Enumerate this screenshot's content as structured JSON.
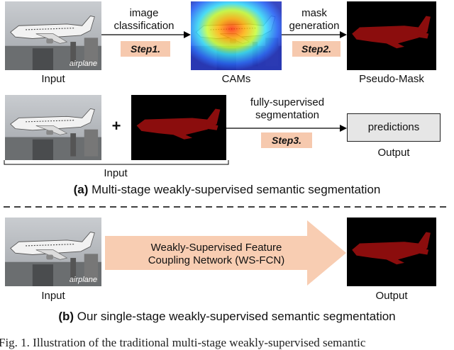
{
  "section_a": {
    "input_label": "Input",
    "airplane_tag": "airplane",
    "step1_text_line1": "image",
    "step1_text_line2": "classification",
    "step1_label": "Step1.",
    "cams_label": "CAMs",
    "step2_text_line1": "mask",
    "step2_text_line2": "generation",
    "step2_label": "Step2.",
    "pseudo_mask_label": "Pseudo-Mask",
    "plus": "+",
    "step3_text_line1": "fully-supervised",
    "step3_text_line2": "segmentation",
    "step3_label": "Step3.",
    "predictions_label": "predictions",
    "output_label": "Output",
    "input2_label": "Input",
    "caption_tag": "(a)",
    "caption_text": " Multi-stage weakly-supervised semantic segmentation"
  },
  "section_b": {
    "input_label": "Input",
    "airplane_tag": "airplane",
    "network_line1": "Weakly-Supervised Feature",
    "network_line2": "Coupling  Network (WS-FCN)",
    "output_label": "Output",
    "caption_tag": "(b)",
    "caption_text": " Our single-stage weakly-supervised semantic segmentation"
  },
  "figure_caption": "Fig. 1.  Illustration of the traditional multi-stage weakly-supervised semantic",
  "colors": {
    "step_fill": "#f6c9ae",
    "arrow_fill": "#f8cdb2",
    "mask_red": "#8b0d0d",
    "predictions_fill": "#e6e6e6"
  }
}
